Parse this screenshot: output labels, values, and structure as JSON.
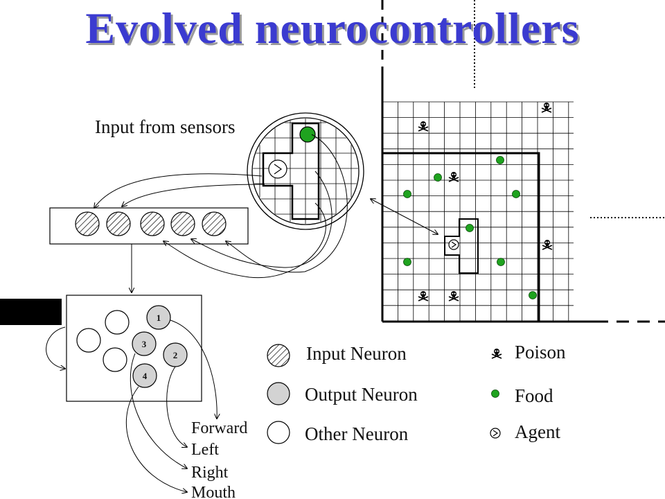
{
  "title": "Evolved neurocontrollers",
  "labels": {
    "input_from_sensors": "Input from sensors"
  },
  "output_neurons": [
    "1",
    "2",
    "3",
    "4"
  ],
  "actions": [
    "Forward",
    "Left",
    "Right",
    "Mouth"
  ],
  "legend": {
    "input_neuron": "Input Neuron",
    "output_neuron": "Output Neuron",
    "other_neuron": "Other Neuron",
    "poison": "Poison",
    "food": "Food",
    "agent": "Agent"
  },
  "colors": {
    "title": "#3b3bd0",
    "food": "#1fa31f",
    "output_neuron": "#d3d3d3"
  },
  "icons": {
    "poison": "skull-crossbones-icon",
    "food": "green-dot-icon",
    "agent": "agent-arrow-icon"
  }
}
